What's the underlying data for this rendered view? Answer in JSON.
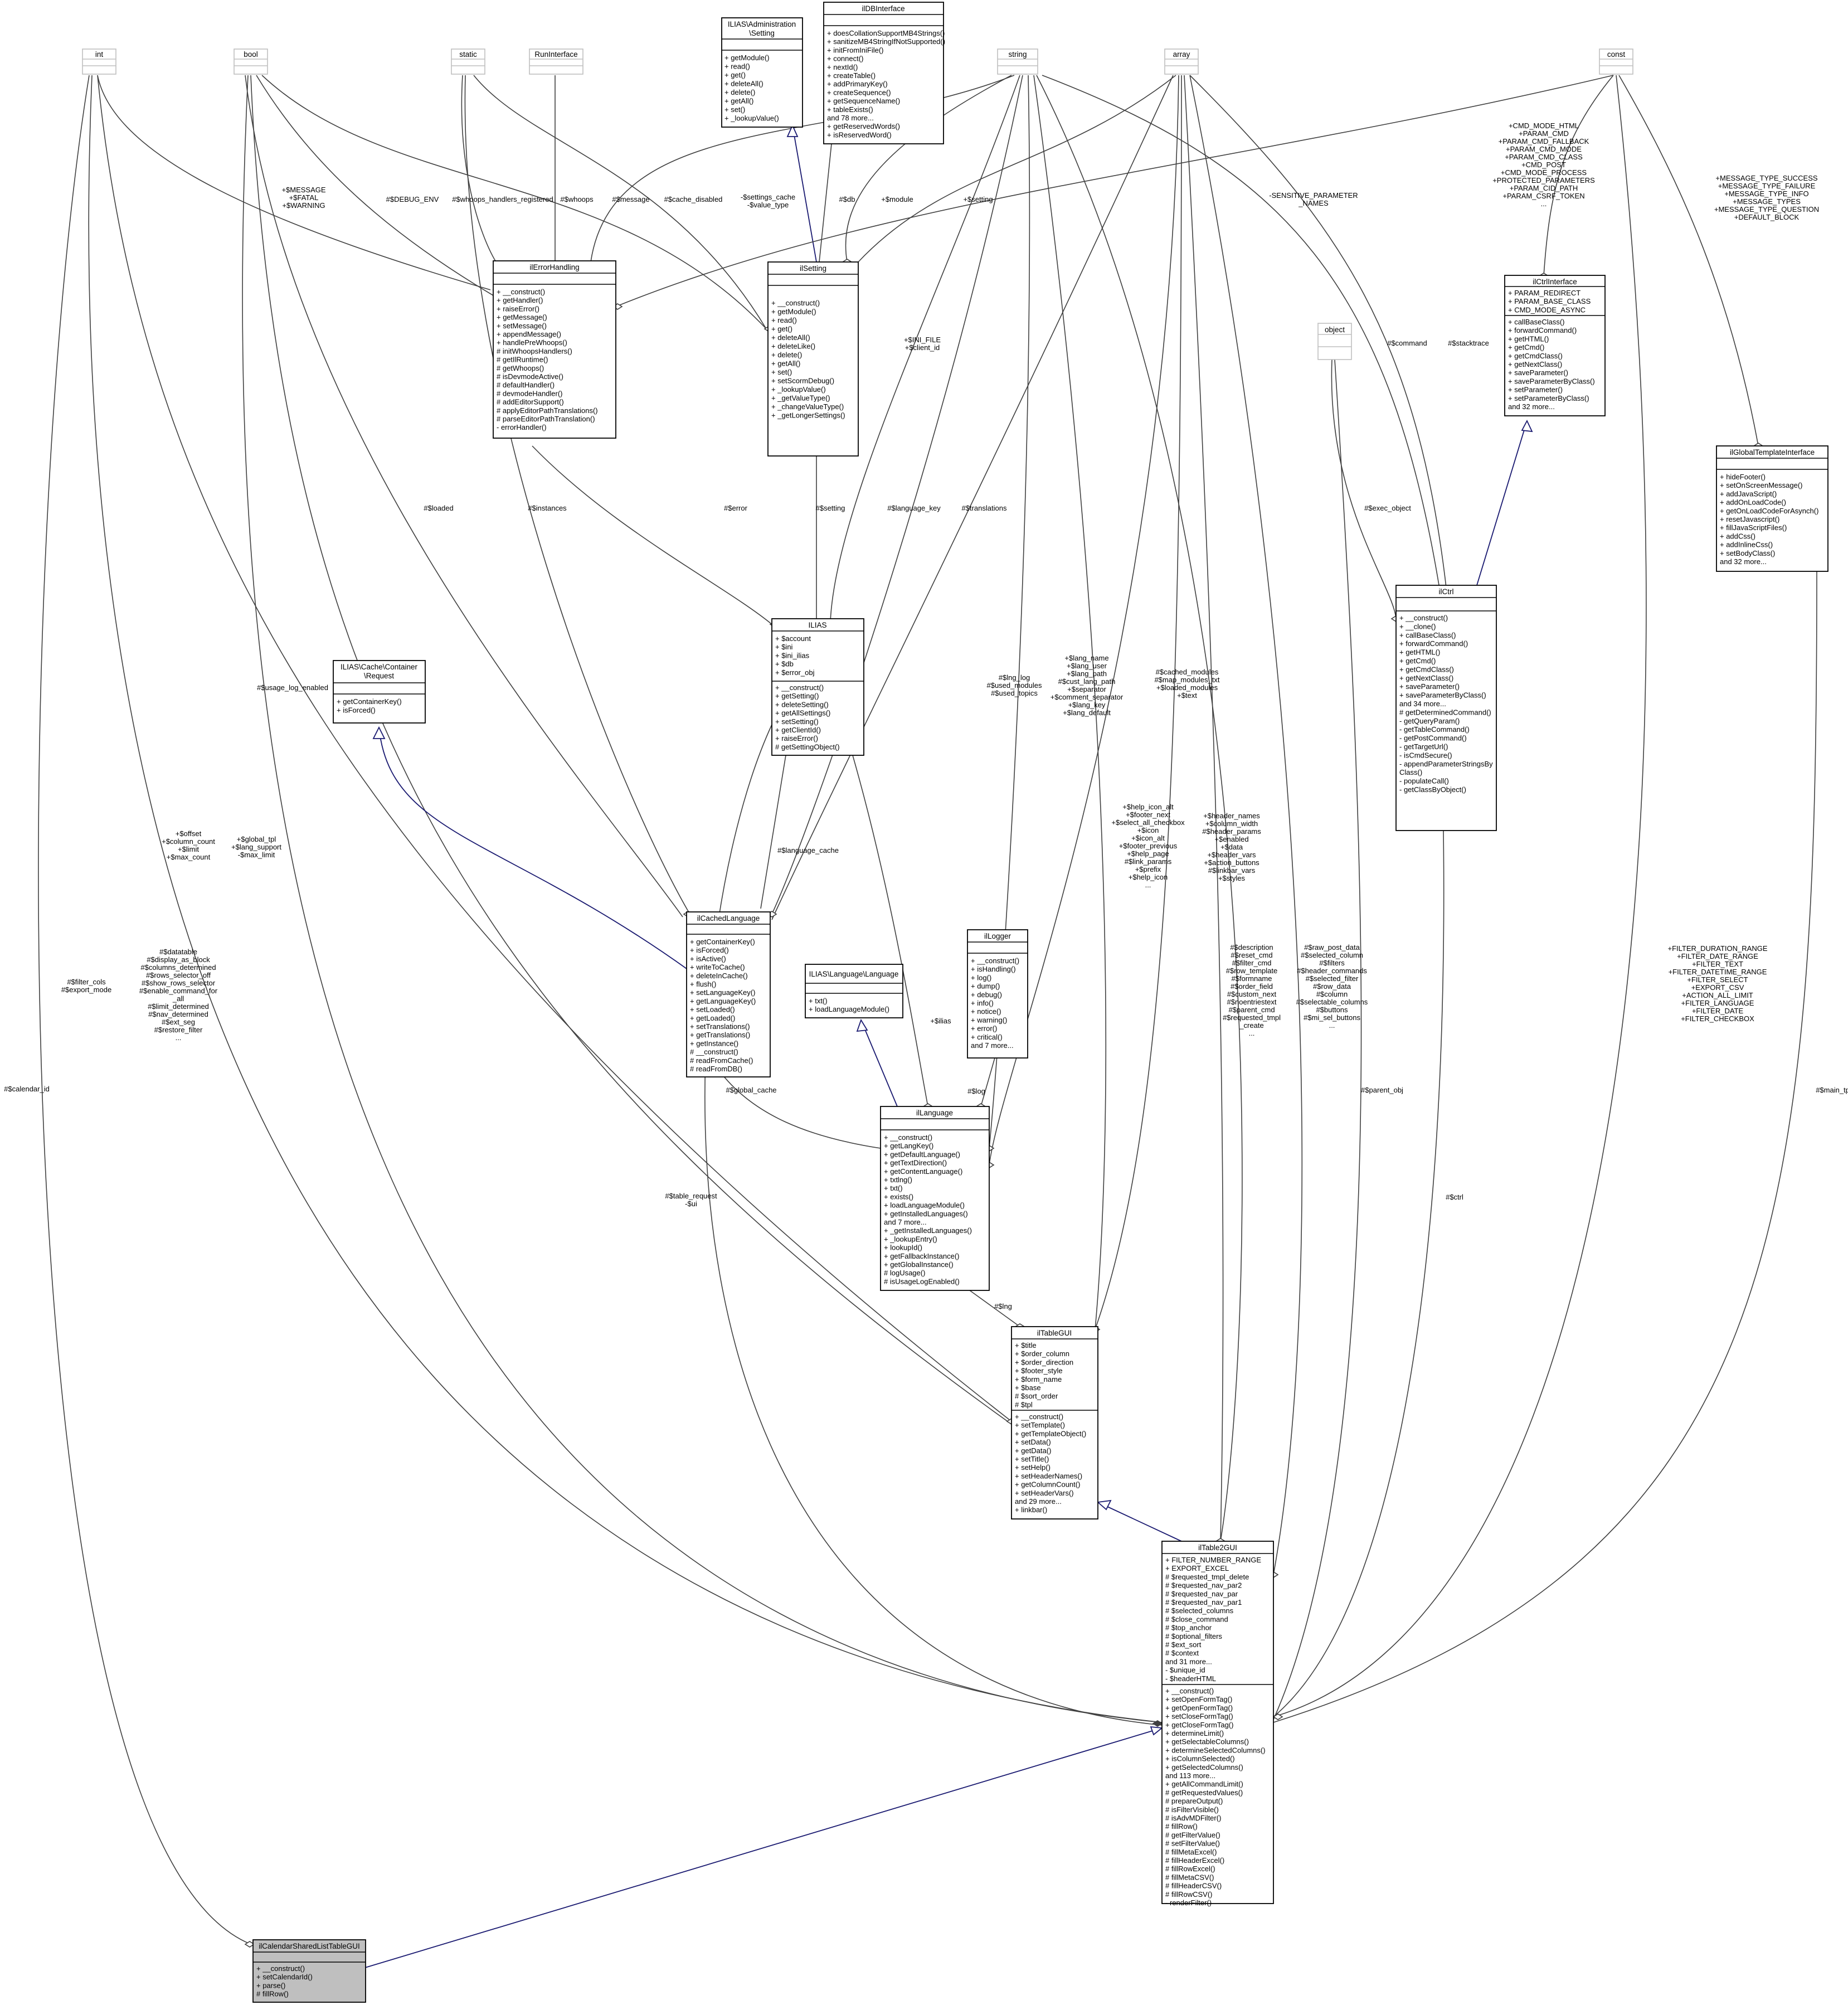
{
  "diagram": {
    "nodes": {
      "int": {
        "title": [
          "int"
        ],
        "attrs": [],
        "methods": []
      },
      "bool": {
        "title": [
          "bool"
        ],
        "attrs": [],
        "methods": []
      },
      "static": {
        "title": [
          "static"
        ],
        "attrs": [],
        "methods": []
      },
      "runinterface": {
        "title": [
          "RunInterface"
        ],
        "attrs": [],
        "methods": []
      },
      "admin_setting": {
        "title": [
          "ILIAS\\Administration",
          "\\Setting"
        ],
        "attrs": [],
        "methods": [
          "+ getModule()",
          "+ read()",
          "+ get()",
          "+ deleteAll()",
          "+ delete()",
          "+ getAll()",
          "+ set()",
          "+ _lookupValue()"
        ]
      },
      "ildbinterface": {
        "title": [
          "ilDBInterface"
        ],
        "attrs": [],
        "methods": [
          "+ doesCollationSupportMB4Strings()",
          "+ sanitizeMB4StringIfNotSupported()",
          "+ initFromIniFile()",
          "+ connect()",
          "+ nextId()",
          "+ createTable()",
          "+ addPrimaryKey()",
          "+ createSequence()",
          "+ getSequenceName()",
          "+ tableExists()",
          "and 78 more...",
          "+ getReservedWords()",
          "+ isReservedWord()"
        ]
      },
      "string": {
        "title": [
          "string"
        ],
        "attrs": [],
        "methods": []
      },
      "array": {
        "title": [
          "array"
        ],
        "attrs": [],
        "methods": []
      },
      "const": {
        "title": [
          "const"
        ],
        "attrs": [],
        "methods": []
      },
      "ilerrorhandling": {
        "title": [
          "ilErrorHandling"
        ],
        "attrs": [],
        "methods": [
          "+ __construct()",
          "+ getHandler()",
          "+ raiseError()",
          "+ getMessage()",
          "+ setMessage()",
          "+ appendMessage()",
          "+ handlePreWhoops()",
          "# initWhoopsHandlers()",
          "# getIlRuntime()",
          "# getWhoops()",
          "# isDevmodeActive()",
          "# defaultHandler()",
          "# devmodeHandler()",
          "# addEditorSupport()",
          "# applyEditorPathTranslations()",
          "# parseEditorPathTranslation()",
          "- errorHandler()"
        ]
      },
      "ilsetting": {
        "title": [
          "ilSetting"
        ],
        "attrs": [],
        "methods": [
          "+ __construct()",
          "+ getModule()",
          "+ read()",
          "+ get()",
          "+ deleteAll()",
          "+ deleteLike()",
          "+ delete()",
          "+ getAll()",
          "+ set()",
          "+ setScormDebug()",
          "+ _lookupValue()",
          "+ _getValueType()",
          "+ _changeValueType()",
          "+ _getLongerSettings()"
        ]
      },
      "ilctrlinterface": {
        "title": [
          "ilCtrlInterface"
        ],
        "attrs": [
          "+ PARAM_REDIRECT",
          "+ PARAM_BASE_CLASS",
          "+ CMD_MODE_ASYNC"
        ],
        "methods": [
          "+ callBaseClass()",
          "+ forwardCommand()",
          "+ getHTML()",
          "+ getCmd()",
          "+ getCmdClass()",
          "+ getNextClass()",
          "+ saveParameter()",
          "+ saveParameterByClass()",
          "+ setParameter()",
          "+ setParameterByClass()",
          "and 32 more..."
        ]
      },
      "object": {
        "title": [
          "object"
        ],
        "attrs": [],
        "methods": []
      },
      "ilglobaltemplateinterface": {
        "title": [
          "ilGlobalTemplateInterface"
        ],
        "attrs": [],
        "methods": [
          "+ hideFooter()",
          "+ setOnScreenMessage()",
          "+ addJavaScript()",
          "+ addOnLoadCode()",
          "+ getOnLoadCodeForAsynch()",
          "+ resetJavascript()",
          "+ fillJavaScriptFiles()",
          "+ addCss()",
          "+ addInlineCss()",
          "+ setBodyClass()",
          "and 32 more..."
        ]
      },
      "ilias": {
        "title": [
          "ILIAS"
        ],
        "attrs": [
          "+ $account",
          "+ $ini",
          "+ $ini_ilias",
          "+ $db",
          "+ $error_obj"
        ],
        "methods": [
          "+ __construct()",
          "+ getSetting()",
          "+ deleteSetting()",
          "+ getAllSettings()",
          "+ setSetting()",
          "+ getClientId()",
          "+ raiseError()",
          "# getSettingObject()"
        ]
      },
      "ilctrl": {
        "title": [
          "ilCtrl"
        ],
        "attrs": [],
        "methods": [
          "+ __construct()",
          "+ __clone()",
          "+ callBaseClass()",
          "+ forwardCommand()",
          "+ getHTML()",
          "+ getCmd()",
          "+ getCmdClass()",
          "+ getNextClass()",
          "+ saveParameter()",
          "+ saveParameterByClass()",
          "and 34 more...",
          "# getDeterminedCommand()",
          "- getQueryParam()",
          "- getTableCommand()",
          "- getPostCommand()",
          "- getTargetUrl()",
          "- isCmdSecure()",
          "- appendParameterStringsBy",
          "Class()",
          "- populateCall()",
          "- getClassByObject()"
        ]
      },
      "cache_request": {
        "title": [
          "ILIAS\\Cache\\Container",
          "\\Request"
        ],
        "attrs": [],
        "methods": [
          "+ getContainerKey()",
          "+ isForced()"
        ]
      },
      "ilcachedlanguage": {
        "title": [
          "ilCachedLanguage"
        ],
        "attrs": [],
        "methods": [
          "+ getContainerKey()",
          "+ isForced()",
          "+ isActive()",
          "+ writeToCache()",
          "+ deleteInCache()",
          "+ flush()",
          "+ setLanguageKey()",
          "+ getLanguageKey()",
          "+ setLoaded()",
          "+ getLoaded()",
          "+ setTranslations()",
          "+ getTranslations()",
          "+ getInstance()",
          "# __construct()",
          "# readFromCache()",
          "# readFromDB()"
        ]
      },
      "illogger": {
        "title": [
          "ilLogger"
        ],
        "attrs": [],
        "methods": [
          "+ __construct()",
          "+ isHandling()",
          "+ log()",
          "+ dump()",
          "+ debug()",
          "+ info()",
          "+ notice()",
          "+ warning()",
          "+ error()",
          "+ critical()",
          "and 7 more..."
        ]
      },
      "lang_language": {
        "title": [
          "ILIAS\\Language\\Language"
        ],
        "attrs": [],
        "methods": [
          "+ txt()",
          "+ loadLanguageModule()"
        ]
      },
      "illanguage": {
        "title": [
          "ilLanguage"
        ],
        "attrs": [],
        "methods": [
          "+ __construct()",
          "+ getLangKey()",
          "+ getDefaultLanguage()",
          "+ getTextDirection()",
          "+ getContentLanguage()",
          "+ txtlng()",
          "+ txt()",
          "+ exists()",
          "+ loadLanguageModule()",
          "+ getInstalledLanguages()",
          "and 7 more...",
          "+ _getInstalledLanguages()",
          "+ _lookupEntry()",
          "+ lookupId()",
          "+ getFallbackInstance()",
          "+ getGlobalInstance()",
          "# logUsage()",
          "# isUsageLogEnabled()"
        ]
      },
      "iltablegui": {
        "title": [
          "ilTableGUI"
        ],
        "attrs": [
          "+ $title",
          "+ $order_column",
          "+ $order_direction",
          "+ $footer_style",
          "+ $form_name",
          "+ $base",
          "# $sort_order",
          "# $tpl"
        ],
        "methods": [
          "+ __construct()",
          "+ setTemplate()",
          "+ getTemplateObject()",
          "+ setData()",
          "+ getData()",
          "+ setTitle()",
          "+ setHelp()",
          "+ setHeaderNames()",
          "+ getColumnCount()",
          "+ setHeaderVars()",
          "and 29 more...",
          "+ linkbar()"
        ]
      },
      "iltable2gui": {
        "title": [
          "ilTable2GUI"
        ],
        "attrs": [
          "+ FILTER_NUMBER_RANGE",
          "+ EXPORT_EXCEL",
          "# $requested_tmpl_delete",
          "# $requested_nav_par2",
          "# $requested_nav_par",
          "# $requested_nav_par1",
          "# $selected_columns",
          "# $close_command",
          "# $top_anchor",
          "# $optional_filters",
          "# $ext_sort",
          "# $context",
          "and 31 more...",
          "- $unique_id",
          "- $headerHTML"
        ],
        "methods": [
          "+ __construct()",
          "+ setOpenFormTag()",
          "+ getOpenFormTag()",
          "+ setCloseFormTag()",
          "+ getCloseFormTag()",
          "+ determineLimit()",
          "+ getSelectableColumns()",
          "+ determineSelectedColumns()",
          "+ isColumnSelected()",
          "+ getSelectedColumns()",
          "and 113 more...",
          "+ getAllCommandLimit()",
          "# getRequestedValues()",
          "# prepareOutput()",
          "# isFilterVisible()",
          "# isAdvMDFilter()",
          "# fillRow()",
          "# getFilterValue()",
          "# setFilterValue()",
          "# fillMetaExcel()",
          "# fillHeaderExcel()",
          "# fillRowExcel()",
          "# fillMetaCSV()",
          "# fillHeaderCSV()",
          "# fillRowCSV()",
          "- renderFilter()"
        ]
      },
      "ilcalendar": {
        "title": [
          "ilCalendarSharedListTableGUI"
        ],
        "attrs": [],
        "methods": [
          "+ __construct()",
          "+ setCalendarId()",
          "+ parse()",
          "# fillRow()"
        ]
      }
    },
    "edge_labels": {
      "message": [
        "+$MESSAGE",
        "+$FATAL",
        "+$WARNING"
      ],
      "debug_env": [
        "#$DEBUG_ENV"
      ],
      "whoops_reg": [
        "#$whoops_handlers_registered"
      ],
      "whoops": [
        "#$whoops"
      ],
      "smessage": [
        "#$message"
      ],
      "cache_disabled": [
        "#$cache_disabled"
      ],
      "settings_cache": [
        "-$settings_cache",
        "-$value_type"
      ],
      "sdb": [
        "#$db"
      ],
      "module": [
        "+$module"
      ],
      "setting_s": [
        "+$setting"
      ],
      "sensitive": [
        "-SENSITIVE_PARAMETER",
        "_NAMES"
      ],
      "cmd_consts": [
        "+CMD_MODE_HTML",
        "+PARAM_CMD",
        "+PARAM_CMD_FALLBACK",
        "+PARAM_CMD_MODE",
        "+PARAM_CMD_CLASS",
        "+CMD_POST",
        "+CMD_MODE_PROCESS",
        "+PROTECTED_PARAMETERS",
        "+PARAM_CID_PATH",
        "+PARAM_CSRF_TOKEN",
        "..."
      ],
      "msg_types": [
        "+MESSAGE_TYPE_SUCCESS",
        "+MESSAGE_TYPE_FAILURE",
        "+MESSAGE_TYPE_INFO",
        "+MESSAGE_TYPES",
        "+MESSAGE_TYPE_QUESTION",
        "+DEFAULT_BLOCK"
      ],
      "ini_file": [
        "+$INI_FILE",
        "+$client_id"
      ],
      "command": [
        "#$command"
      ],
      "stacktrace": [
        "#$stacktrace"
      ],
      "loaded": [
        "#$loaded"
      ],
      "instances": [
        "#$instances"
      ],
      "error": [
        "#$error"
      ],
      "setting_ilias": [
        "#$setting"
      ],
      "language_key": [
        "#$language_key"
      ],
      "translations": [
        "#$translations"
      ],
      "exec_object": [
        "#$exec_object"
      ],
      "lang_name": [
        "+$lang_name",
        "+$lang_user",
        "+$lang_path",
        "#$cust_lang_path",
        "+$separator",
        "+$comment_separator",
        "+$lang_key",
        "+$lang_default"
      ],
      "lng_log": [
        "#$lng_log",
        "#$used_modules",
        "#$used_topics"
      ],
      "cached_modules": [
        "#$cached_modules",
        "#$map_modules_txt",
        "+$loaded_modules",
        "+$text"
      ],
      "usage_log": [
        "#$usage_log_enabled"
      ],
      "language_cache": [
        "#$language_cache"
      ],
      "help_icon": [
        "+$help_icon_alt",
        "+$footer_next",
        "+$select_all_checkbox",
        "+$icon",
        "+$icon_alt",
        "+$footer_previous",
        "+$help_page",
        "#$link_params",
        "+$prefix",
        "+$help_icon",
        "..."
      ],
      "header_names": [
        "+$header_names",
        "+$column_width",
        "#$header_params",
        "+$enabled",
        "+$data",
        "+$header_vars",
        "+$action_buttons",
        "#$linkbar_vars",
        "+$styles"
      ],
      "offset": [
        "+$offset",
        "+$column_count",
        "+$limit",
        "+$max_count"
      ],
      "global_tpl": [
        "+$global_tpl",
        "+$lang_support",
        "-$max_limit"
      ],
      "ilias_var": [
        "+$ilias"
      ],
      "slog": [
        "#$log"
      ],
      "global_cache": [
        "#$global_cache"
      ],
      "datatable": [
        "#$datatable",
        "#$display_as_block",
        "#$columns_determined",
        "#$rows_selector_off",
        "#$show_rows_selector",
        "#$enable_command_for",
        "_all",
        "#$limit_determined",
        "#$nav_determined",
        "#$ext_seg",
        "#$restore_filter",
        "..."
      ],
      "filter_cols": [
        "#$filter_cols",
        "#$export_mode"
      ],
      "description": [
        "#$description",
        "#$reset_cmd",
        "#$filter_cmd",
        "#$row_template",
        "#$formname",
        "#$order_field",
        "#$custom_next",
        "#$noentriestext",
        "#$parent_cmd",
        "#$requested_tmpl",
        "_create",
        "..."
      ],
      "raw_post": [
        "#$raw_post_data",
        "#$selected_column",
        "#$filters",
        "#$header_commands",
        "#$selected_filter",
        "#$row_data",
        "#$column",
        "#$selectable_columns",
        "#$buttons",
        "#$mi_sel_buttons",
        "..."
      ],
      "filter_dur": [
        "+FILTER_DURATION_RANGE",
        "+FILTER_DATE_RANGE",
        "+FILTER_TEXT",
        "+FILTER_DATETIME_RANGE",
        "+FILTER_SELECT",
        "+EXPORT_CSV",
        "+ACTION_ALL_LIMIT",
        "+FILTER_LANGUAGE",
        "+FILTER_DATE",
        "+FILTER_CHECKBOX"
      ],
      "parent_obj": [
        "#$parent_obj"
      ],
      "sctrl": [
        "#$ctrl"
      ],
      "main_tpl": [
        "#$main_tpl"
      ],
      "table_request": [
        "#$table_request",
        "-$ui"
      ],
      "slng": [
        "#$lng"
      ],
      "calendar_id": [
        "#$calendar_id"
      ]
    }
  }
}
